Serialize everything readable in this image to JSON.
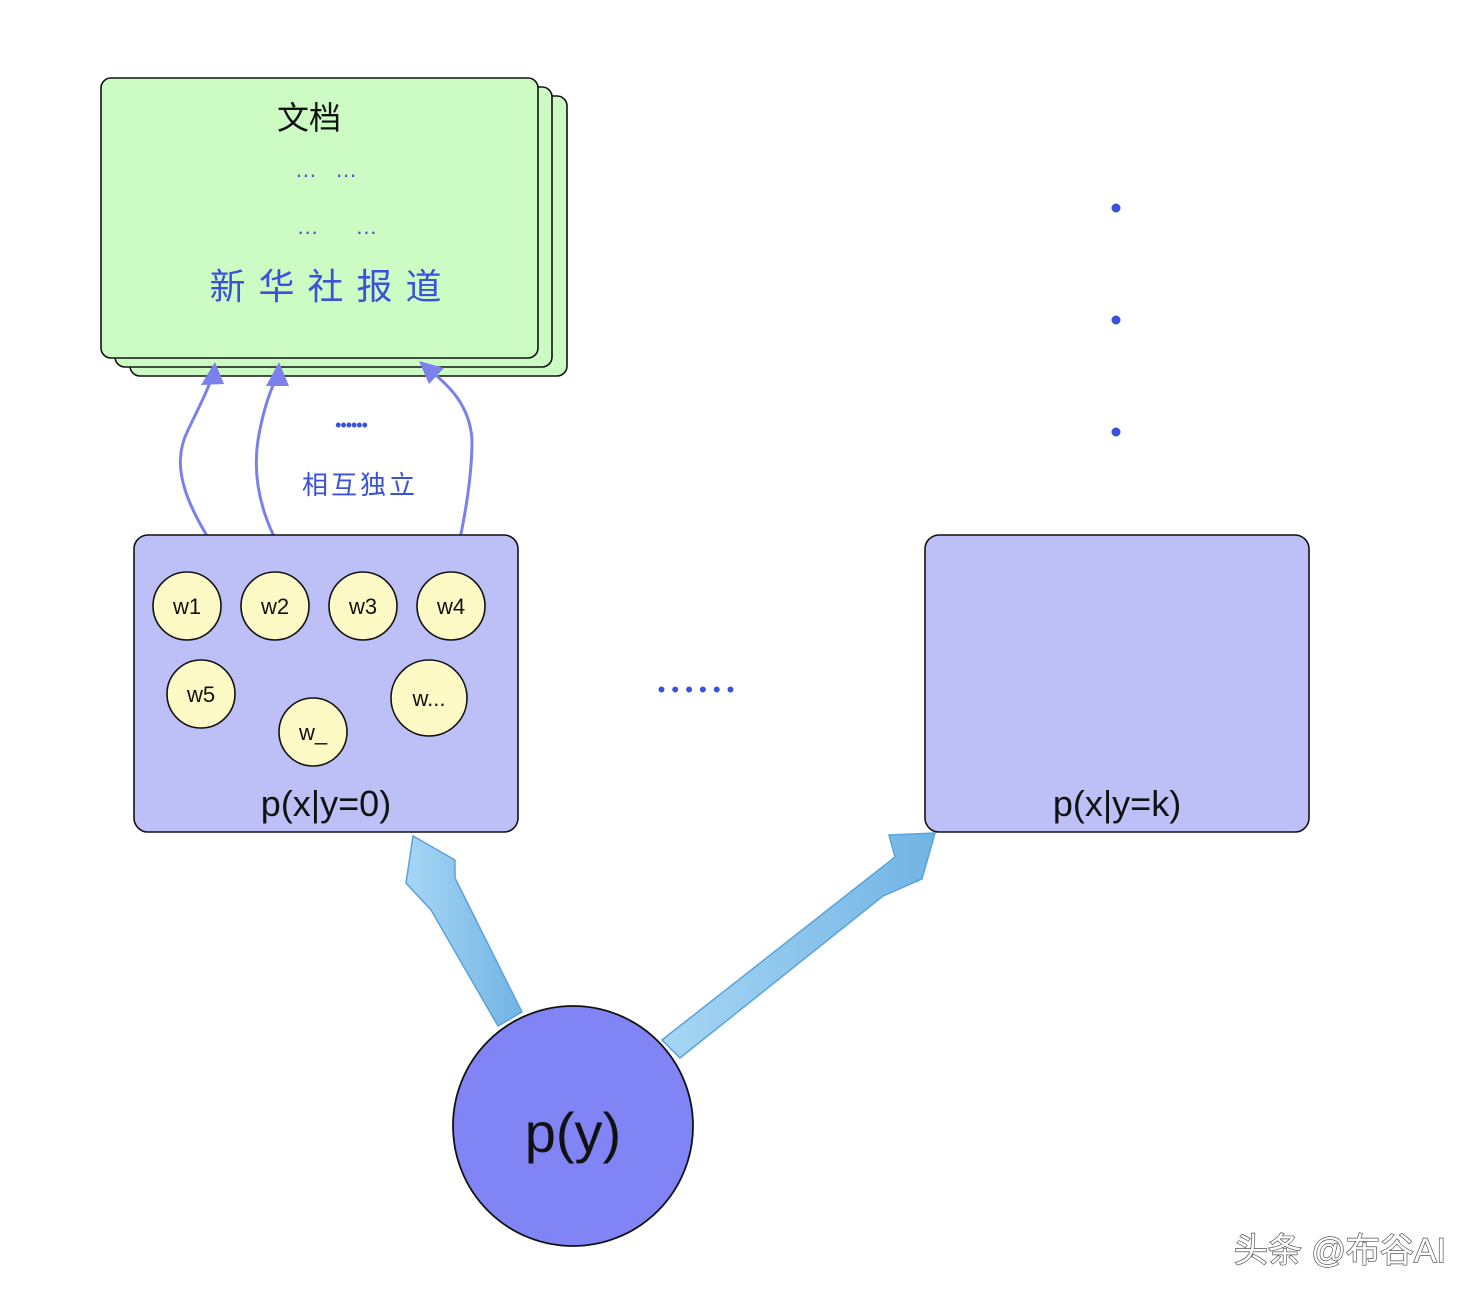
{
  "document": {
    "title": "文档",
    "ellipsis_row_1": "…   …",
    "ellipsis_row_2": "…      …",
    "headline": "新华社报道"
  },
  "annotations": {
    "independent_label": "相互独立",
    "dots_between_arrows": "••••••",
    "dots_between_boxes": "• • • • • •"
  },
  "class_box_0": {
    "label": "p(x|y=0)",
    "words": [
      "w1",
      "w2",
      "w3",
      "w4",
      "w5",
      "w_",
      "w..."
    ]
  },
  "class_box_k": {
    "label": "p(x|y=k)"
  },
  "prior": {
    "label": "p(y)"
  },
  "watermark": "头条 @布谷AI",
  "colors": {
    "document_fill": "#ccfcc4",
    "class_box_fill": "#bcc0f6",
    "word_fill": "#fefac6",
    "prior_fill": "#8084f4",
    "curve_arrow": "#7c80ec",
    "blue_text": "#3a52d8",
    "big_arrow": "#8ec8ee"
  }
}
